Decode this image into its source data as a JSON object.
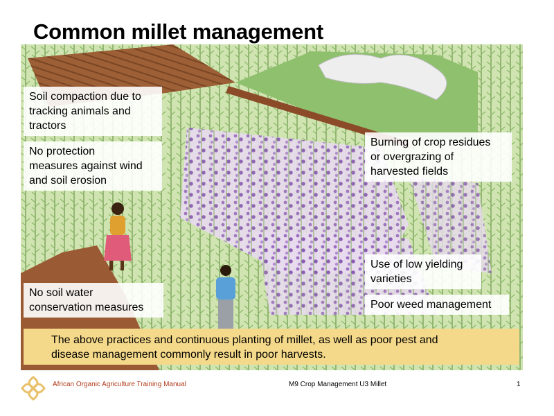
{
  "title": "Common millet management",
  "callouts": {
    "soil_compaction": [
      "Soil compaction due to",
      "tracking animals and",
      "tractors"
    ],
    "no_protection": [
      "No protection",
      "measures against wind",
      "and soil erosion"
    ],
    "burning": [
      "Burning of crop residues",
      "or overgrazing of",
      "harvested fields"
    ],
    "low_yield": [
      "Use of low yielding",
      "varieties"
    ],
    "weed": "Poor weed management",
    "no_soil_water": [
      "No soil water",
      "conservation measures"
    ]
  },
  "summary": [
    "The above practices and continuous planting of millet, as well as poor pest and",
    "disease management commonly result in poor harvests."
  ],
  "footer": {
    "left": "African Organic Agriculture Training Manual",
    "middle": "M9 Crop Management   U3 Millet",
    "page": "1"
  },
  "colors": {
    "summary_band": "#f5d98a",
    "footer_accent": "#b03a1a",
    "logo": "#e9c06a"
  },
  "icons": [
    "organic-agriculture-logo-icon"
  ]
}
